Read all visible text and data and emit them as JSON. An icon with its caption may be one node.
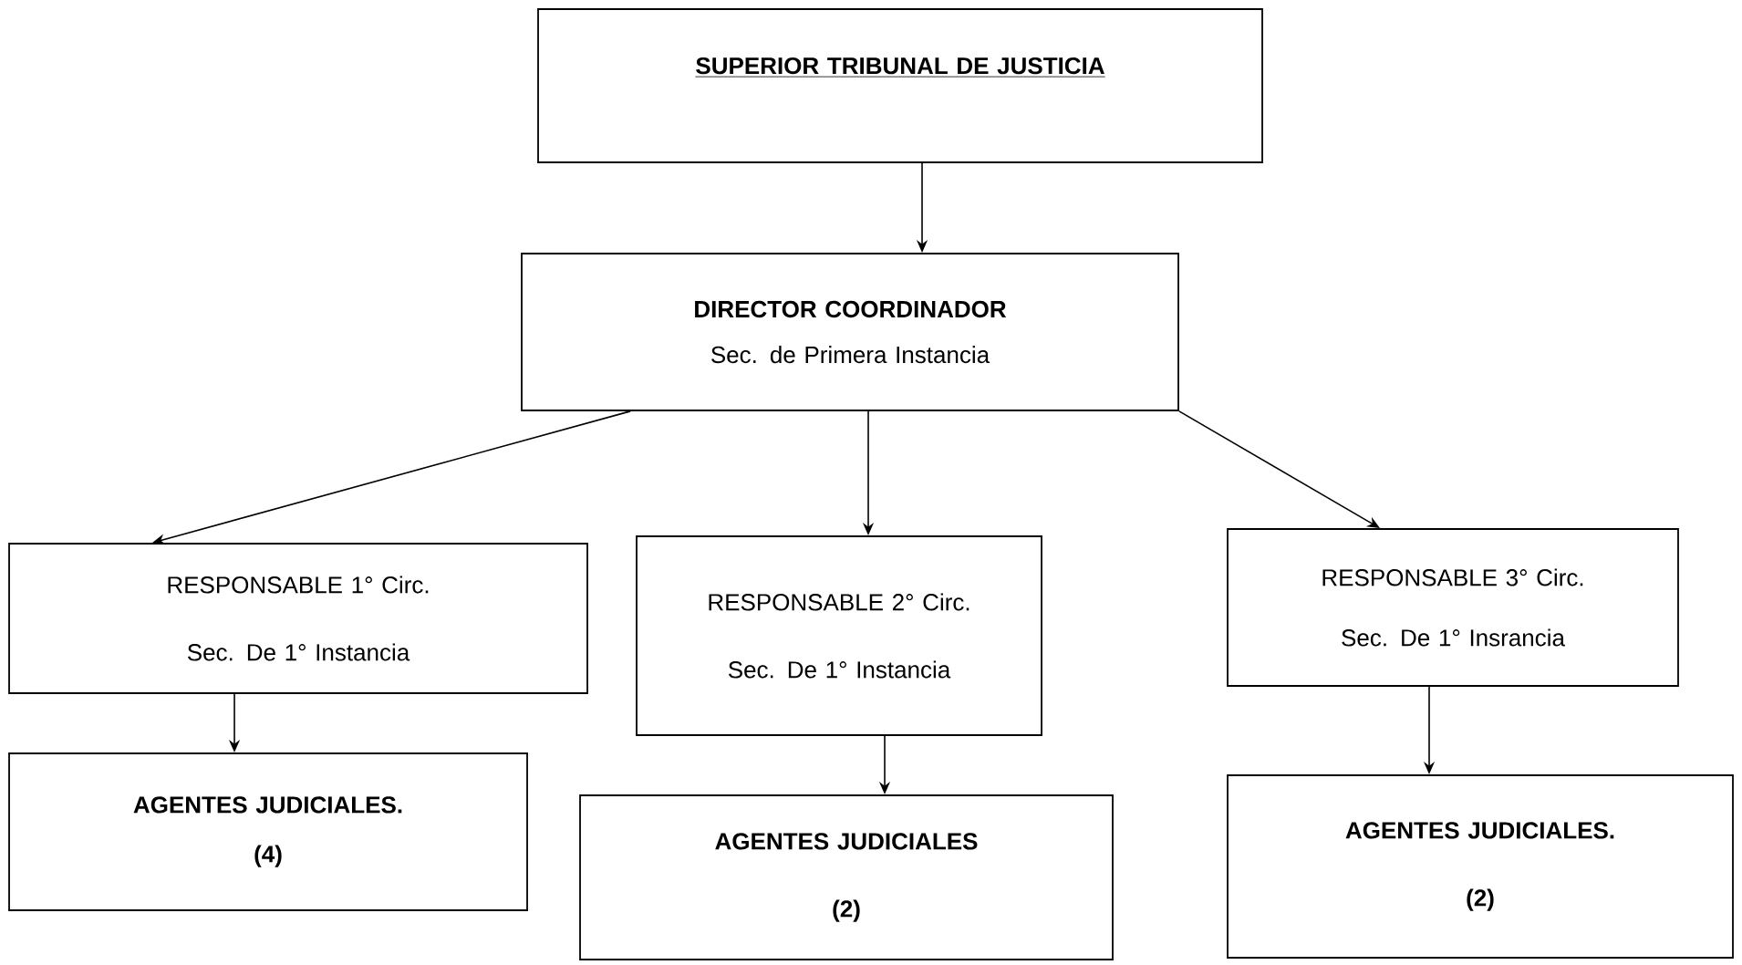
{
  "diagram": {
    "nodes": [
      {
        "text": [
          "SUPERIOR TRIBUNAL DE JUSTICIA"
        ]
      },
      {
        "text": [
          "DIRECTOR COORDINADOR",
          "Sec. de Primera Instancia"
        ]
      },
      {
        "text": [
          "RESPONSABLE 1° Circ.",
          "Sec. De 1° Instancia"
        ]
      },
      {
        "text": [
          "RESPONSABLE 2° Circ.",
          "Sec. De 1° Instancia"
        ]
      },
      {
        "text": [
          "RESPONSABLE 3° Circ.",
          "Sec. De 1° Insrancia"
        ]
      },
      {
        "text": [
          "AGENTES JUDICIALES.",
          "(4)"
        ]
      },
      {
        "text": [
          "AGENTES JUDICIALES",
          "(2)"
        ]
      },
      {
        "text": [
          "AGENTES JUDICIALES.",
          "(2)"
        ]
      }
    ],
    "edges": [
      {
        "from": 0,
        "to": 1,
        "arrow": "to"
      },
      {
        "from": 1,
        "to": 2,
        "arrow": "to"
      },
      {
        "from": 1,
        "to": 3,
        "arrow": "to"
      },
      {
        "from": 1,
        "to": 4,
        "arrow": "to"
      },
      {
        "from": 2,
        "to": 5,
        "arrow": "to"
      },
      {
        "from": 3,
        "to": 6,
        "arrow": "to"
      },
      {
        "from": 4,
        "to": 7,
        "arrow": "to"
      }
    ]
  }
}
